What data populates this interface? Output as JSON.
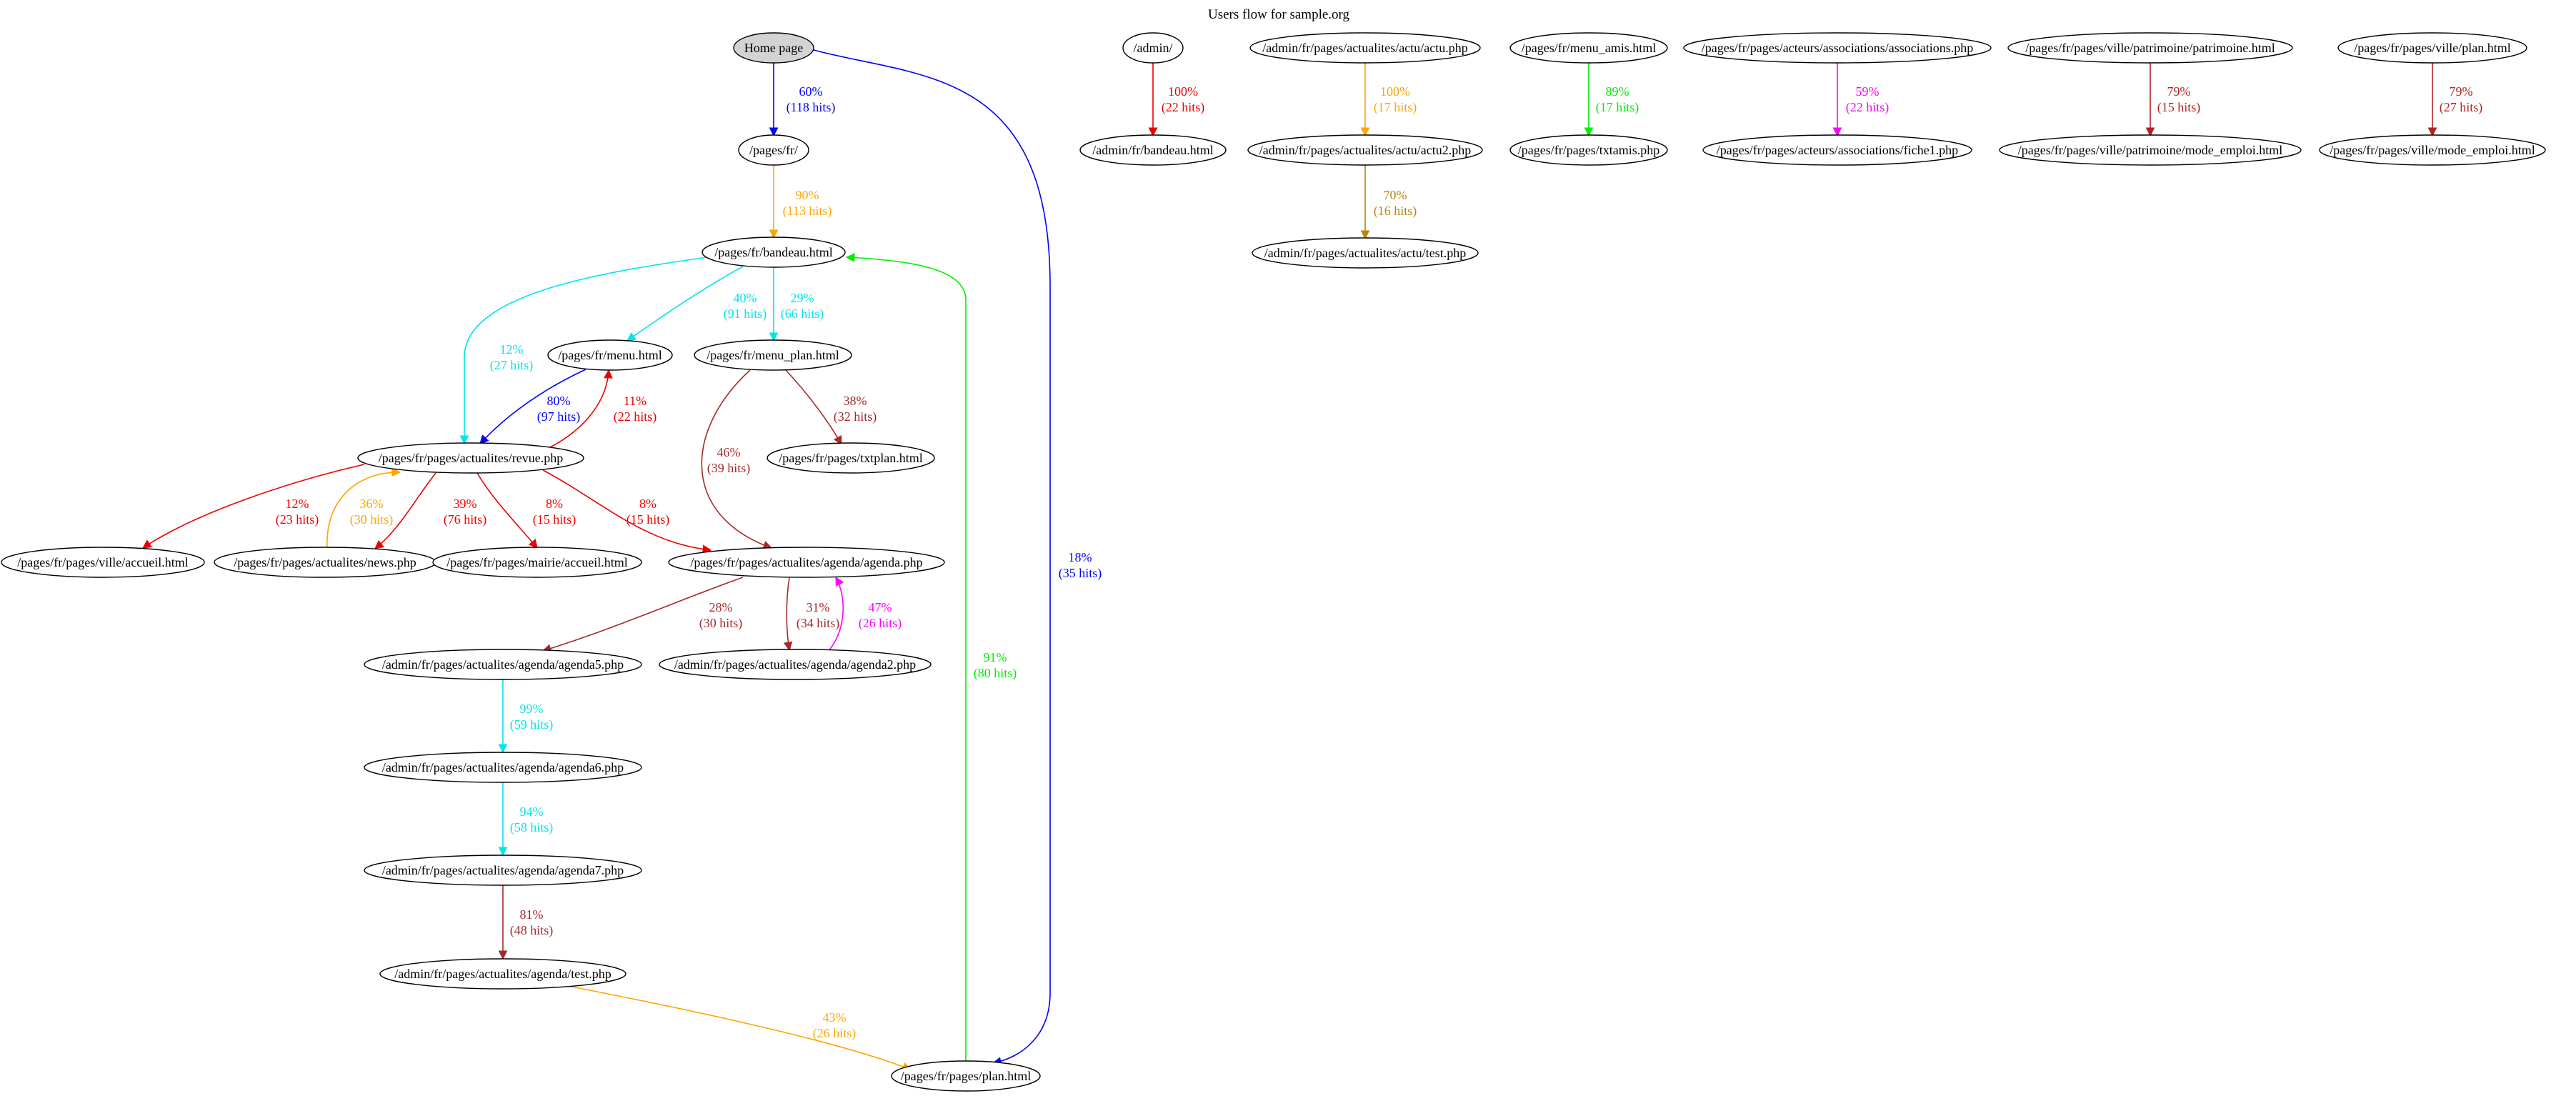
{
  "title": "Users flow for sample.org",
  "nodes": [
    {
      "id": "home",
      "label": "Home page",
      "fill": "#d3d3d3"
    },
    {
      "id": "pfr",
      "label": "/pages/fr/"
    },
    {
      "id": "bandeau",
      "label": "/pages/fr/bandeau.html"
    },
    {
      "id": "menu",
      "label": "/pages/fr/menu.html"
    },
    {
      "id": "menuplan",
      "label": "/pages/fr/menu_plan.html"
    },
    {
      "id": "txtplan",
      "label": "/pages/fr/pages/txtplan.html"
    },
    {
      "id": "revue",
      "label": "/pages/fr/pages/actualites/revue.php"
    },
    {
      "id": "villeacc",
      "label": "/pages/fr/pages/ville/accueil.html"
    },
    {
      "id": "news",
      "label": "/pages/fr/pages/actualites/news.php"
    },
    {
      "id": "mairie",
      "label": "/pages/fr/pages/mairie/accueil.html"
    },
    {
      "id": "agenda",
      "label": "/pages/fr/pages/actualites/agenda/agenda.php"
    },
    {
      "id": "agenda5",
      "label": "/admin/fr/pages/actualites/agenda/agenda5.php"
    },
    {
      "id": "agenda2",
      "label": "/admin/fr/pages/actualites/agenda/agenda2.php"
    },
    {
      "id": "agenda6",
      "label": "/admin/fr/pages/actualites/agenda/agenda6.php"
    },
    {
      "id": "agenda7",
      "label": "/admin/fr/pages/actualites/agenda/agenda7.php"
    },
    {
      "id": "agtest",
      "label": "/admin/fr/pages/actualites/agenda/test.php"
    },
    {
      "id": "plan",
      "label": "/pages/fr/pages/plan.html"
    },
    {
      "id": "admin",
      "label": "/admin/"
    },
    {
      "id": "adminbandeau",
      "label": "/admin/fr/bandeau.html"
    },
    {
      "id": "actu",
      "label": "/admin/fr/pages/actualites/actu/actu.php"
    },
    {
      "id": "actu2",
      "label": "/admin/fr/pages/actualites/actu/actu2.php"
    },
    {
      "id": "actutest",
      "label": "/admin/fr/pages/actualites/actu/test.php"
    },
    {
      "id": "amis",
      "label": "/pages/fr/menu_amis.html"
    },
    {
      "id": "txtamis",
      "label": "/pages/fr/pages/txtamis.php"
    },
    {
      "id": "assoc",
      "label": "/pages/fr/pages/acteurs/associations/associations.php"
    },
    {
      "id": "fiche1",
      "label": "/pages/fr/pages/acteurs/associations/fiche1.php"
    },
    {
      "id": "patrimoine",
      "label": "/pages/fr/pages/ville/patrimoine/patrimoine.html"
    },
    {
      "id": "patrmode",
      "label": "/pages/fr/pages/ville/patrimoine/mode_emploi.html"
    },
    {
      "id": "villeplan",
      "label": "/pages/fr/pages/ville/plan.html"
    },
    {
      "id": "villemode",
      "label": "/pages/fr/pages/ville/mode_emploi.html"
    }
  ],
  "edges": [
    {
      "id": "home-pfr",
      "from": "home",
      "to": "pfr",
      "pct": "60%",
      "hits": "(118 hits)",
      "color": "#0000ff"
    },
    {
      "id": "home-plan",
      "from": "home",
      "to": "plan",
      "pct": "18%",
      "hits": "(35 hits)",
      "color": "#0000ff"
    },
    {
      "id": "pfr-bandeau",
      "from": "pfr",
      "to": "bandeau",
      "pct": "90%",
      "hits": "(113 hits)",
      "color": "#ffa500"
    },
    {
      "id": "bandeau-menu",
      "from": "bandeau",
      "to": "menu",
      "pct": "40%",
      "hits": "(91 hits)",
      "color": "#00e5ee"
    },
    {
      "id": "bandeau-menuplan",
      "from": "bandeau",
      "to": "menuplan",
      "pct": "29%",
      "hits": "(66 hits)",
      "color": "#00e5ee"
    },
    {
      "id": "bandeau-revue",
      "from": "bandeau",
      "to": "revue",
      "pct": "12%",
      "hits": "(27 hits)",
      "color": "#00e5ee"
    },
    {
      "id": "menu-revue",
      "from": "menu",
      "to": "revue",
      "pct": "80%",
      "hits": "(97 hits)",
      "color": "#0000ff"
    },
    {
      "id": "revue-menu",
      "from": "revue",
      "to": "menu",
      "pct": "11%",
      "hits": "(22 hits)",
      "color": "#ee0000"
    },
    {
      "id": "menuplan-txtplan",
      "from": "menuplan",
      "to": "txtplan",
      "pct": "38%",
      "hits": "(32 hits)",
      "color": "#a52a2a"
    },
    {
      "id": "menuplan-agenda",
      "from": "menuplan",
      "to": "agenda",
      "pct": "46%",
      "hits": "(39 hits)",
      "color": "#a52a2a"
    },
    {
      "id": "revue-villeacc",
      "from": "revue",
      "to": "villeacc",
      "pct": "12%",
      "hits": "(23 hits)",
      "color": "#ee0000"
    },
    {
      "id": "news-revue",
      "from": "news",
      "to": "revue",
      "pct": "36%",
      "hits": "(30 hits)",
      "color": "#ffa500"
    },
    {
      "id": "revue-news",
      "from": "revue",
      "to": "news",
      "pct": "39%",
      "hits": "(76 hits)",
      "color": "#ee0000"
    },
    {
      "id": "revue-mairie",
      "from": "revue",
      "to": "mairie",
      "pct": "8%",
      "hits": "(15 hits)",
      "color": "#ee0000"
    },
    {
      "id": "revue-agenda",
      "from": "revue",
      "to": "agenda",
      "pct": "8%",
      "hits": "(15 hits)",
      "color": "#ee0000"
    },
    {
      "id": "agenda-agenda5",
      "from": "agenda",
      "to": "agenda5",
      "pct": "28%",
      "hits": "(30 hits)",
      "color": "#a52a2a"
    },
    {
      "id": "agenda-agenda2",
      "from": "agenda",
      "to": "agenda2",
      "pct": "31%",
      "hits": "(34 hits)",
      "color": "#a52a2a"
    },
    {
      "id": "agenda2-agenda",
      "from": "agenda2",
      "to": "agenda",
      "pct": "47%",
      "hits": "(26 hits)",
      "color": "#ff00ff"
    },
    {
      "id": "agenda5-agenda6",
      "from": "agenda5",
      "to": "agenda6",
      "pct": "99%",
      "hits": "(59 hits)",
      "color": "#00e5ee"
    },
    {
      "id": "agenda6-agenda7",
      "from": "agenda6",
      "to": "agenda7",
      "pct": "94%",
      "hits": "(58 hits)",
      "color": "#00e5ee"
    },
    {
      "id": "agenda7-agtest",
      "from": "agenda7",
      "to": "agtest",
      "pct": "81%",
      "hits": "(48 hits)",
      "color": "#a52a2a"
    },
    {
      "id": "agtest-plan",
      "from": "agtest",
      "to": "plan",
      "pct": "43%",
      "hits": "(26 hits)",
      "color": "#ffa500"
    },
    {
      "id": "plan-bandeau",
      "from": "plan",
      "to": "bandeau",
      "pct": "91%",
      "hits": "(80 hits)",
      "color": "#00ee00"
    },
    {
      "id": "admin-adminbandeau",
      "from": "admin",
      "to": "adminbandeau",
      "pct": "100%",
      "hits": "(22 hits)",
      "color": "#ee0000"
    },
    {
      "id": "actu-actu2",
      "from": "actu",
      "to": "actu2",
      "pct": "100%",
      "hits": "(17 hits)",
      "color": "#ffa500"
    },
    {
      "id": "actu2-actutest",
      "from": "actu2",
      "to": "actutest",
      "pct": "70%",
      "hits": "(16 hits)",
      "color": "#b8860b"
    },
    {
      "id": "amis-txtamis",
      "from": "amis",
      "to": "txtamis",
      "pct": "89%",
      "hits": "(17 hits)",
      "color": "#00ee00"
    },
    {
      "id": "assoc-fiche1",
      "from": "assoc",
      "to": "fiche1",
      "pct": "59%",
      "hits": "(22 hits)",
      "color": "#ff00ff"
    },
    {
      "id": "patrimoine-patrmode",
      "from": "patrimoine",
      "to": "patrmode",
      "pct": "79%",
      "hits": "(15 hits)",
      "color": "#b22222"
    },
    {
      "id": "villeplan-villemode",
      "from": "villeplan",
      "to": "villemode",
      "pct": "79%",
      "hits": "(27 hits)",
      "color": "#b22222"
    }
  ]
}
